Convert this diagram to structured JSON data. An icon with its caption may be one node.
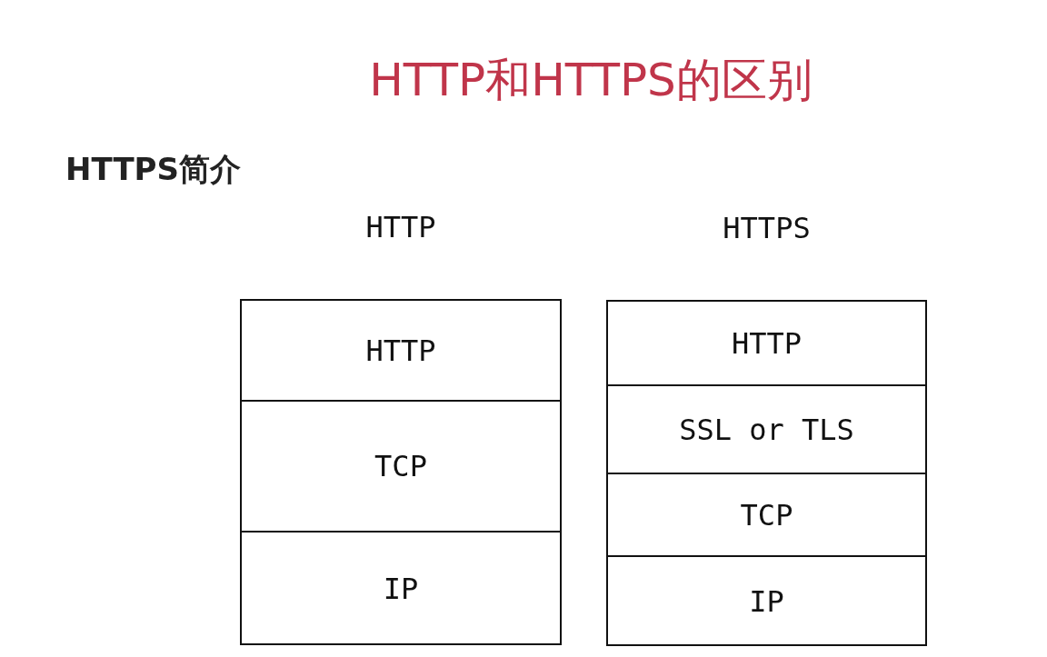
{
  "diagram": {
    "title": "HTTP和HTTPS的区别",
    "nodes": [
      {
        "text": [
          "HTTP"
        ]
      },
      {
        "text": [
          "HTTP"
        ],
        "in": 0
      },
      {
        "text": [
          "TCP"
        ],
        "in": 0
      },
      {
        "text": [
          "IP"
        ],
        "in": 0
      },
      {
        "text": [
          "HTTPS"
        ]
      },
      {
        "text": [
          "HTTP"
        ],
        "in": 4
      },
      {
        "text": [
          "SSL or TLS"
        ],
        "in": 4
      },
      {
        "text": [
          "TCP"
        ],
        "in": 4
      },
      {
        "text": [
          "IP"
        ],
        "in": 4
      }
    ],
    "labels": [
      "HTTPS简介"
    ]
  }
}
